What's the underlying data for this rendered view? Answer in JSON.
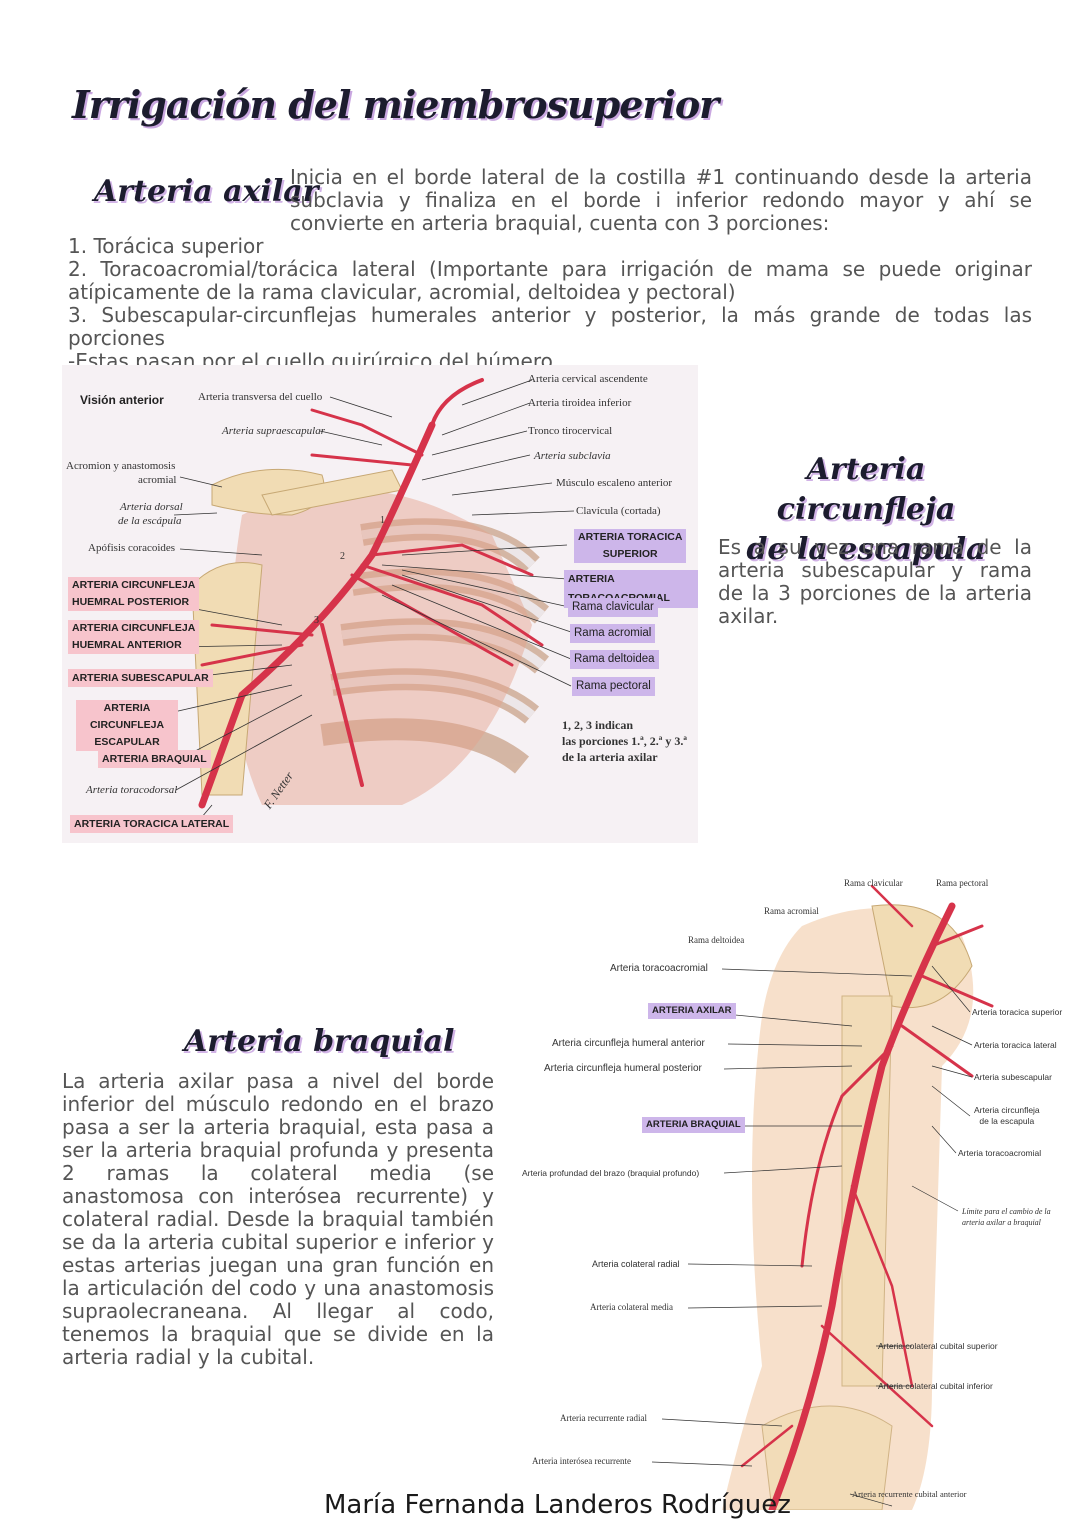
{
  "title": "Irrigación del miembrosuperior",
  "axilar": {
    "heading": "Arteria axilar",
    "intro": "Inicia  en el borde lateral de la costilla #1 continuando desde la arteria subclavia y finaliza en el borde i inferior redondo mayor y ahí se convierte en arteria braquial, cuenta con 3 porciones:",
    "items": [
      "1. Torácica superior",
      "2. Toracoacromial/torácica lateral (Importante para irrigación de mama se puede originar atípicamente de la rama clavicular, acromial, deltoidea y pectoral)",
      "3. Subescapular-circunflejas humerales anterior y posterior, la más grande de todas las porciones",
      "-Estas pasan por el cuello quirúrgico del húmero"
    ]
  },
  "fig1": {
    "view": "Visión anterior",
    "left_labels": {
      "transversa": "Arteria transversa del cuello",
      "supraescapular": "Arteria supraescapular",
      "acromion": "Acromion y anastomosis",
      "acromial": "acromial",
      "dorsal1": "Arteria dorsal",
      "dorsal2": "de la escápula",
      "coracoides": "Apófisis coracoides",
      "toracodorsal": "Arteria toracodorsal"
    },
    "pink_labels": {
      "circ_post_1": "ARTERIA CIRCUNFLEJA",
      "circ_post_2": "HUEMRAL POSTERIOR",
      "circ_ant_1": "ARTERIA CIRCUNFLEJA",
      "circ_ant_2": "HUEMRAL ANTERIOR",
      "subescapular": "ARTERIA SUBESCAPULAR",
      "circ_esc_1": "ARTERIA CIRCUNFLEJA",
      "circ_esc_2": "ESCAPULAR",
      "braquial": "ARTERIA BRAQUIAL",
      "toracica_lateral": "ARTERIA TORACICA LATERAL"
    },
    "right_labels": {
      "cervical": "Arteria cervical ascendente",
      "tiroidea": "Arteria tiroidea inferior",
      "tronco": "Tronco tirocervical",
      "subclavia": "Arteria subclavia",
      "escaleno": "Músculo escaleno anterior",
      "clavicula": "Clavícula (cortada)"
    },
    "purple_labels": {
      "tor_sup_1": "ARTERIA TORACICA",
      "tor_sup_2": "SUPERIOR",
      "toracoacromial": "ARTERIA TORACOACROMIAL",
      "clavicular": "Rama clavicular",
      "acromial": "Rama acromial",
      "deltoidea": "Rama deltoidea",
      "pectoral": "Rama pectoral"
    },
    "note_1": "1, 2, 3 indican",
    "note_2": "las porciones 1.ª, 2.ª y 3.ª",
    "note_3": "de la arteria axilar",
    "num_1": "1",
    "num_2": "2",
    "num_3": "3",
    "signature": "F. Netter"
  },
  "circunfleja": {
    "heading_1": "Arteria circunfleja",
    "heading_2": "de la escapula",
    "text": "Es a su vez una rama de la arteria subescapular y rama de la 3 porciones de la arteria axilar."
  },
  "braquial": {
    "heading": "Arteria braquial",
    "text": "La arteria axilar pasa a nivel del borde inferior del músculo redondo en el brazo pasa a ser la arteria braquial, esta pasa a ser la arteria braquial profunda y presenta 2 ramas la colateral media (se anastomosa con interósea recurrente) y colateral radial. Desde la braquial también se da la arteria cubital superior e inferior y estas arterias juegan una gran función en la articulación del codo y una anastomosis supraolecraneana. Al llegar al codo, tenemos la braquial que se divide en la arteria radial y la cubital."
  },
  "fig2": {
    "top": {
      "clavicular": "Rama clavicular",
      "pectoral": "Rama pectoral",
      "acromial": "Rama acromial",
      "deltoidea": "Rama deltoidea"
    },
    "left": {
      "toracoacromial": "Arteria toracoacromial",
      "axilar": "ARTERIA AXILAR",
      "circ_ant": "Arteria circunfleja humeral anterior",
      "circ_post": "Arteria circunfleja humeral posterior",
      "braquial": "ARTERIA BRAQUIAL",
      "profunda": "Arteria profundad del brazo (braquial profundo)",
      "colateral_radial": "Arteria colateral radial",
      "colateral_media": "Arteria colateral media",
      "recurrente_radial": "Arteria recurrente radial",
      "interosea": "Arteria interósea recurrente"
    },
    "right": {
      "toracica_superior": "Arteria toracica superior",
      "toracica_lateral": "Arteria toracica lateral",
      "subescapular": "Arteria subescapular",
      "circ_esc_1": "Arteria circunfleja",
      "circ_esc_2": "de la escapula",
      "toracoacromial": "Arteria toracoacromial",
      "limite_1": "Límite para el cambio de la",
      "limite_2": "arteria axilar a braquial",
      "cubital_sup": "Arteria colateral cubital superior",
      "cubital_inf": "Arteria colateral cubital inferior",
      "recurrente_cubital": "Arteria recurrente cubital anterior"
    }
  },
  "author": "María Fernanda Landeros Rodríguez",
  "colors": {
    "artery": "#d6334a",
    "bone": "#f1dcb4",
    "pink_tag": "#f7c4cc",
    "purple_tag": "#cdb6ea"
  }
}
